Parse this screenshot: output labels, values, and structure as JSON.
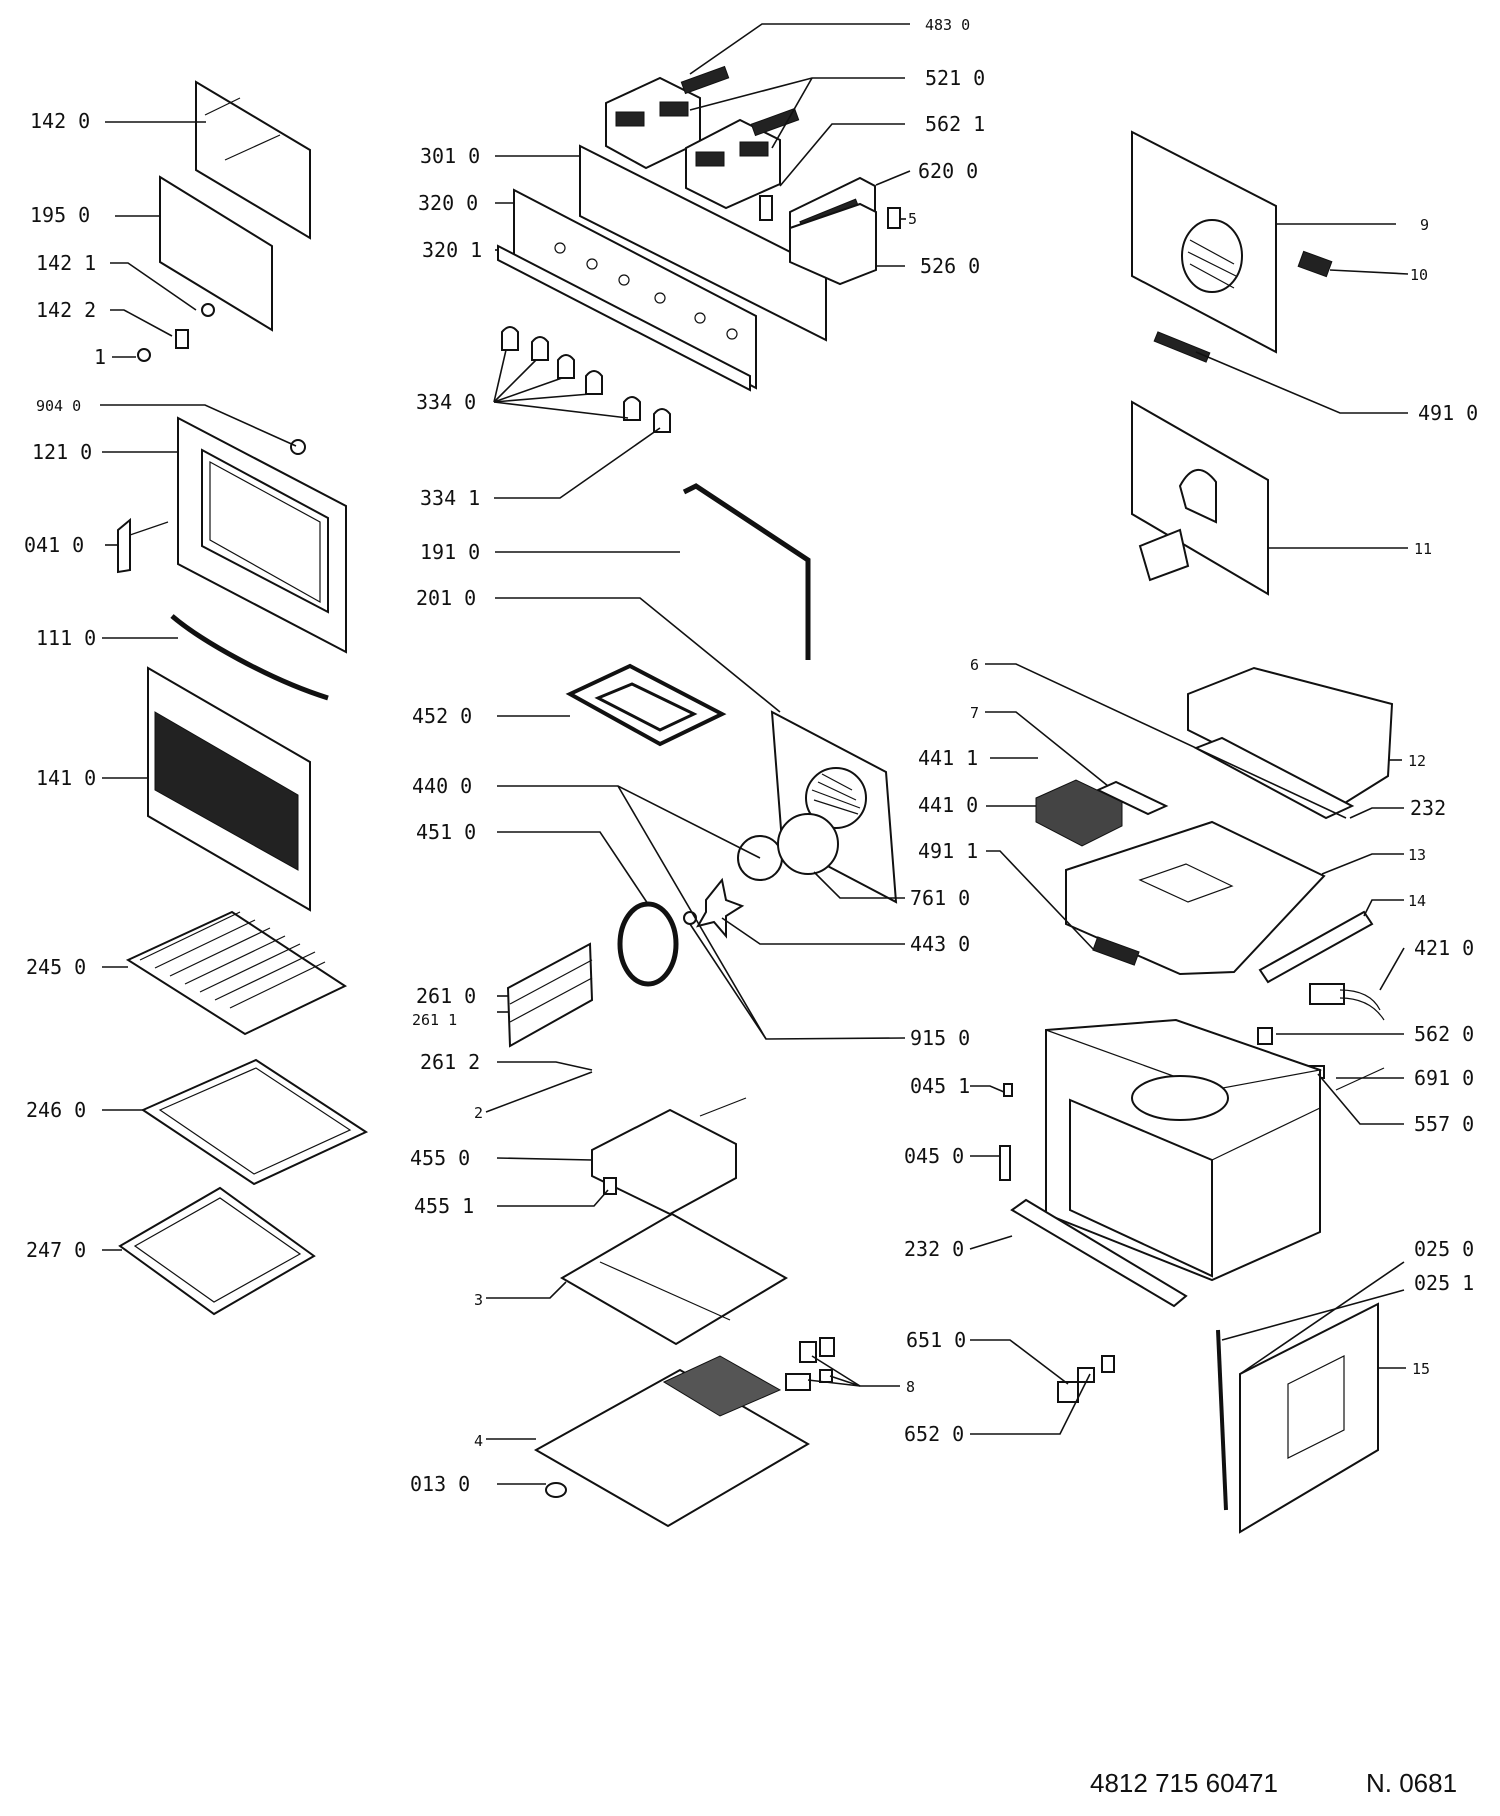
{
  "labels": {
    "l1420": "142 0",
    "l1950": "195 0",
    "l1421": "142 1",
    "l1422": "142 2",
    "l1": "1",
    "l9040": "904 0",
    "l1210": "121 0",
    "l0410": "041 0",
    "l1110": "111 0",
    "l1410": "141 0",
    "l2450": "245 0",
    "l2460": "246 0",
    "l2470": "247 0",
    "l4830": "483 0",
    "l5210": "521 0",
    "l5621": "562 1",
    "l6200": "620 0",
    "l5": "5",
    "l5260": "526 0",
    "l3010": "301 0",
    "l3200": "320 0",
    "l3201": "320 1",
    "l3340": "334 0",
    "l3341": "334 1",
    "l1910": "191 0",
    "l2010": "201 0",
    "l4520": "452 0",
    "l4400": "440 0",
    "l4510": "451 0",
    "l7610": "761 0",
    "l4430": "443 0",
    "l2610": "261 0",
    "l2611": "261 1",
    "l2612": "261 2",
    "l2": "2",
    "l9150": "915 0",
    "l4550": "455 0",
    "l4551": "455 1",
    "l3": "3",
    "l4": "4",
    "l0130": "013 0",
    "l8": "8",
    "l9": "9",
    "l10": "10",
    "l4910": "491 0",
    "l11": "11",
    "l6": "6",
    "l7": "7",
    "l4411": "441 1",
    "l4410": "441 0",
    "l4911": "491 1",
    "l12": "12",
    "l232a": "232",
    "l13": "13",
    "l14": "14",
    "l4210": "421 0",
    "l5620": "562 0",
    "l6910": "691 0",
    "l5570": "557 0",
    "l0451": "045 1",
    "l0450": "045 0",
    "l2320": "232 0",
    "l0250": "025 0",
    "l0251": "025 1",
    "l15": "15",
    "l6510": "651 0",
    "l6520": "652 0"
  },
  "footer": {
    "doc_number": "4812 715 60471",
    "page_code": "N. 0681"
  }
}
